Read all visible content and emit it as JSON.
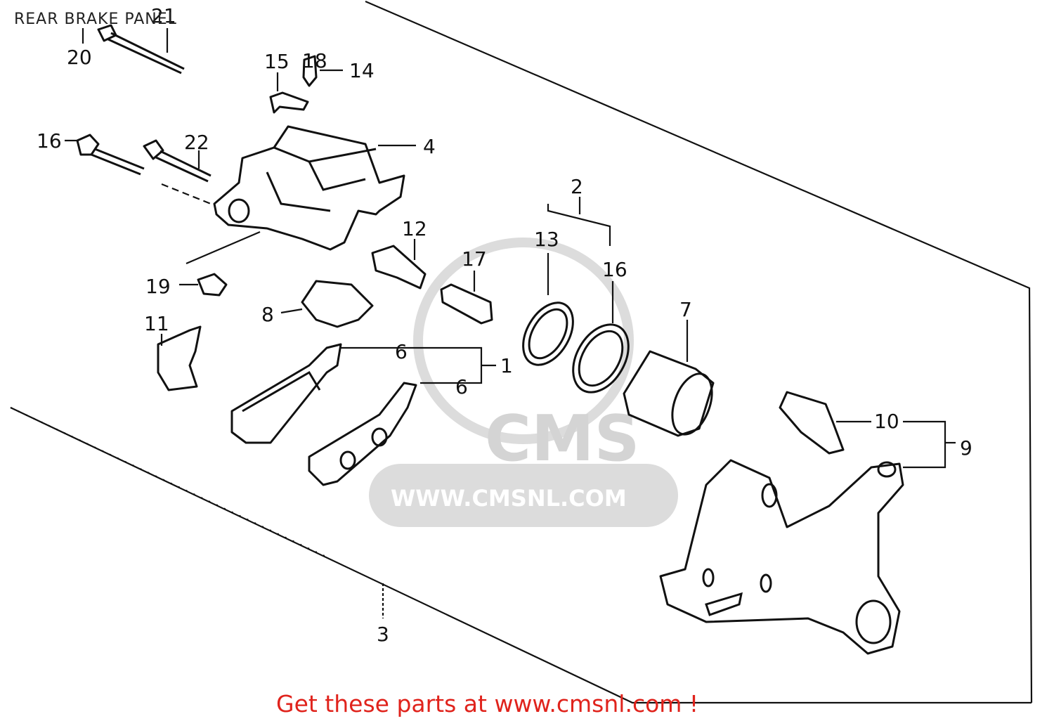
{
  "title": "REAR BRAKE PANEL",
  "footer": "Get these parts at www.cmsnl.com !",
  "watermark": {
    "logo": "CMS",
    "url": "WWW.CMSNL.COM"
  },
  "colors": {
    "footer_text": "#e0231c",
    "line": "#111111",
    "watermark": "#d9d9d9"
  },
  "callouts": [
    "1",
    "2",
    "3",
    "4",
    "6",
    "6",
    "7",
    "8",
    "9",
    "10",
    "11",
    "12",
    "13",
    "14",
    "15",
    "16",
    "16",
    "17",
    "18",
    "19",
    "20",
    "21",
    "22"
  ]
}
